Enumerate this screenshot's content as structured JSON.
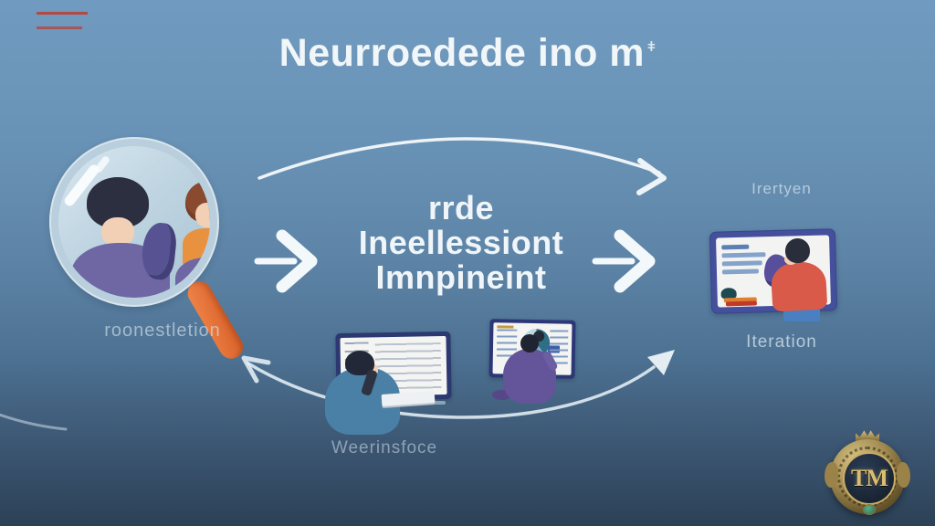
{
  "title": {
    "text": "Neurroedede ino m",
    "mark": "ǂ"
  },
  "flow": {
    "source": {
      "label": "roonestletion"
    },
    "center_text": {
      "lines": [
        "rrde",
        "Ineellessiont",
        "Imnpineint"
      ]
    },
    "result": {
      "top_label": "Irertyen",
      "bottom_label": "Iteration"
    },
    "workspace": {
      "label": "Weerinsfoce"
    }
  },
  "badge": {
    "monogram": "TM"
  },
  "colors": {
    "background_top": "#719ac0",
    "background_bottom": "#2c4156",
    "arrow_white": "#edf3f7",
    "handle_orange": "#e06a33",
    "person_purple": "#6f66a4",
    "shirt_orange": "#e8923f",
    "shirt_red": "#d95a49",
    "shirt_teal_blue": "#4a80a6",
    "monitor_navy": "#2c3870",
    "monitor_indigo": "#45509c",
    "badge_gold": "#c9ae66",
    "badge_gem_green": "#2e6e4f"
  }
}
